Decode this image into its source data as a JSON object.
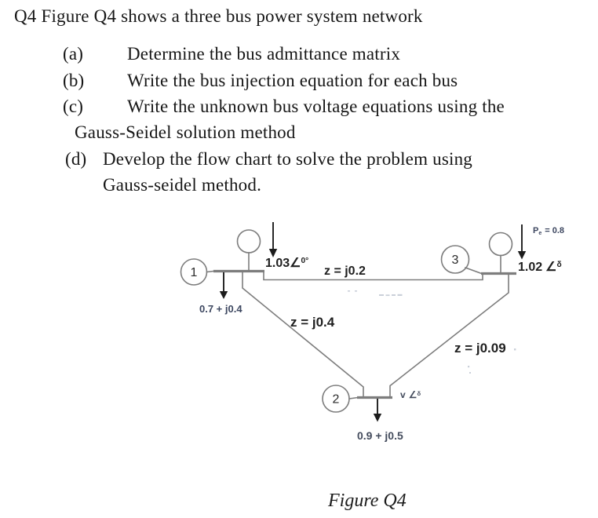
{
  "question": {
    "title": "Q4 Figure Q4 shows a three bus power system network",
    "items": [
      {
        "label": "(a)",
        "text": "Determine the bus admittance matrix",
        "cont": ""
      },
      {
        "label": "(b)",
        "text": "Write the bus injection equation for each bus",
        "cont": ""
      },
      {
        "label": "(c)",
        "text": "Write the unknown bus voltage equations using the",
        "cont": "Gauss-Seidel solution method"
      },
      {
        "label": "(d)",
        "text": "Develop the flow chart to solve the problem using",
        "cont": "Gauss-seidel method."
      }
    ]
  },
  "diagram": {
    "bus1": {
      "number": "1",
      "voltage": "1.03",
      "angle_symbol": "∠",
      "angle": "0°",
      "load": "0.7 + j0.4"
    },
    "bus2": {
      "number": "2",
      "voltage": "v",
      "angle_symbol": "∠",
      "angle": "δ",
      "load": "0.9 + j0.5"
    },
    "bus3": {
      "number": "3",
      "voltage": "1.02",
      "angle_symbol": "∠",
      "angle": "δ",
      "gen_p": "P",
      "gen_p_sub": "e",
      "gen_p_value": "= 0.8"
    },
    "lines": {
      "line_1_3": "z = j0.2",
      "line_1_2": "z = j0.4",
      "line_3_2": "z = j0.09"
    },
    "colors": {
      "wire": "#7d7d7d",
      "arrow": "#1c1c1c",
      "ink": "#1f1f1f",
      "navy": "#3d4760",
      "dim": "#434b5c"
    }
  },
  "caption": "Figure Q4"
}
